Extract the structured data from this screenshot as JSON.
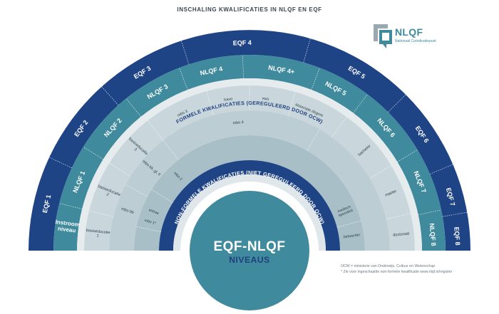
{
  "title": "INSCHALING KWALIFICATIES IN NLQF EN EQF",
  "logo": {
    "name": "NLQF",
    "subtitle": "Nationaal Coördinatiepunt"
  },
  "center": {
    "line1": "EQF-NLQF",
    "line2": "NIVEAUS"
  },
  "rings": {
    "formal_heading": "FORMELE KWALIFICATIES (GEREGULEERD DOOR OCW)",
    "nonformal_heading": "NON-FORMELE KWALIFICATIES (NIET GEREGULEERD DOOR OCW)"
  },
  "eqf_levels": [
    "EQF 1",
    "EQF 2",
    "EQF 3",
    "EQF 4",
    "EQF 5",
    "EQF 6",
    "EQF 7",
    "EQF 8"
  ],
  "nlqf_levels": [
    "Instroom niveau",
    "NLQF 1",
    "NLQF 2",
    "NLQF 3",
    "NLQF 4",
    "NLQF 4+",
    "NLQF 5",
    "NLQF 6",
    "NLQF 7",
    "NLQF 8"
  ],
  "qualifications": {
    "row1": [
      "basiseducatie 1",
      "basiseducatie 2",
      "basiseducatie 3",
      "mbo 3",
      "havo",
      "vwo",
      "associate degree",
      "bachelor",
      "master",
      "doctoraat"
    ],
    "row2": [
      "mbo bb",
      "mbo kb, gl, tl",
      "mbo 4"
    ],
    "row3": [
      "mbo 1*",
      "entree",
      "mbo 2"
    ],
    "nonformal": [
      "medisch specialist",
      "beheerder"
    ]
  },
  "footnotes": {
    "ocw": "OCW = ministerie van Onderwijs, Cultuur en Wetenschap",
    "asterisk": "* Zie voor ingeschaalde non-formele kwalificatie www.nlqf.nl/register"
  }
}
